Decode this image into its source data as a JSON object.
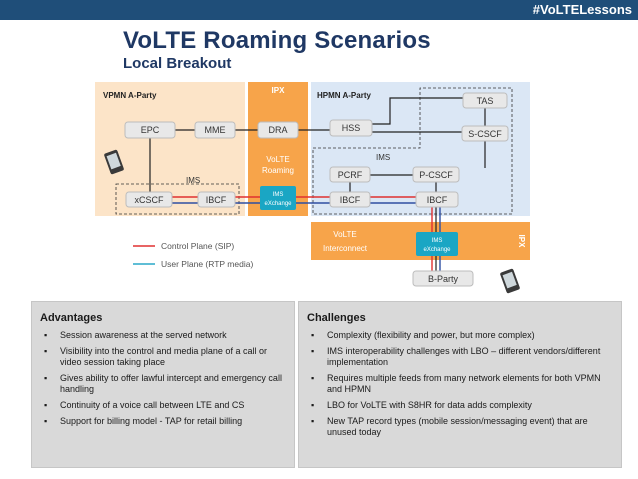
{
  "header": {
    "hashtag": "#VoLTELessons",
    "title": "VoLTE Roaming Scenarios",
    "subtitle": "Local Breakout"
  },
  "diagram": {
    "regions": {
      "vpmn": "VPMN A-Party",
      "ipx": "IPX",
      "hpmn": "HPMN A-Party",
      "volte_roaming_1": "VoLTE",
      "volte_roaming_2": "Roaming",
      "ims_vpmn": "IMS",
      "ims_hpmn": "IMS",
      "volte_interconnect_1": "VoLTE",
      "volte_interconnect_2": "Interconnect",
      "ipx_side": "IPX"
    },
    "nodes": {
      "epc": "EPC",
      "mme": "MME",
      "dra": "DRA",
      "hss": "HSS",
      "tas": "TAS",
      "scscf": "S-CSCF",
      "pcrf": "PCRF",
      "pcscf": "P-CSCF",
      "xcscf": "xCSCF",
      "ibcf_vpmn": "IBCF",
      "ibcf_hpmn_1": "IBCF",
      "ibcf_hpmn_2": "IBCF",
      "ims_exchange_1a": "IMS",
      "ims_exchange_1b": "eXchange",
      "ims_exchange_2a": "IMS",
      "ims_exchange_2b": "eXchange",
      "bparty": "B-Party"
    },
    "legend": {
      "control": "Control Plane (SIP)",
      "user": "User Plane (RTP media)"
    },
    "colors": {
      "control": "#e03030",
      "user": "#2f4fa2",
      "signaling": "#222222",
      "vpmn_fill": "#fce4c8",
      "ipx_fill": "#f7a44a",
      "hpmn_fill": "#dbe7f5",
      "interconnect_fill": "#f7a44a",
      "ims_exchange_fill": "#1aa6c4"
    }
  },
  "advantages": {
    "title": "Advantages",
    "items": [
      "Session awareness at the served network",
      "Visibility into the control and media plane of a call or video session taking place",
      "Gives ability to offer lawful intercept and emergency call handling",
      "Continuity of a voice call between LTE and CS",
      "Support for billing model - TAP for retail billing"
    ]
  },
  "challenges": {
    "title": "Challenges",
    "items": [
      "Complexity (flexibility and power, but more complex)",
      "IMS interoperability challenges with LBO – different vendors/different implementation",
      "Requires multiple feeds from many network elements for both VPMN and HPMN",
      "LBO for VoLTE with S8HR for data adds complexity",
      "New TAP record types (mobile session/messaging event) that are unused today"
    ]
  }
}
